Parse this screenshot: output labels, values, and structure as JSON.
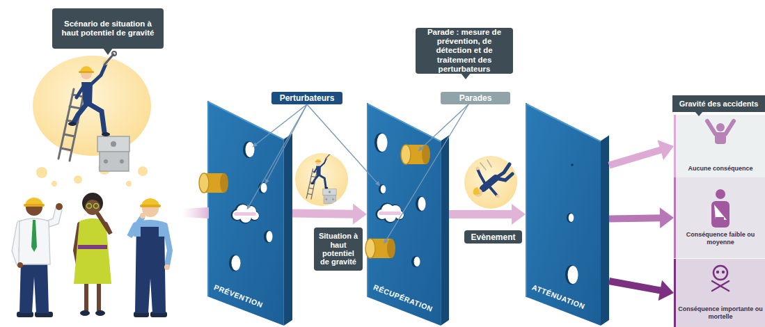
{
  "diagram": {
    "nodes": [
      {
        "text": [
          "Scénario de situation à haut potentiel de gravité"
        ]
      },
      {
        "text": [
          "PRÉVENTION"
        ]
      },
      {
        "text": [
          "Perturbateurs"
        ]
      },
      {
        "text": [
          "Situation à haut potentiel de gravité"
        ]
      },
      {
        "text": [
          "Parade : mesure de prévention, de détection et de traitement des perturbateurs"
        ]
      },
      {
        "text": [
          "Parades"
        ]
      },
      {
        "text": [
          "RÉCUPÉRATION"
        ]
      },
      {
        "text": [
          "Evènement"
        ]
      },
      {
        "text": [
          "ATTÉNUATION"
        ]
      },
      {
        "text": [
          "Gravité des accidents"
        ]
      },
      {
        "text": [
          "Aucune conséquence"
        ],
        "in": 9
      },
      {
        "text": [
          "Conséquence faible ou moyenne"
        ],
        "in": 9
      },
      {
        "text": [
          "Conséquence importante ou mortelle"
        ],
        "in": 9
      }
    ],
    "edges": [
      {
        "from": 2,
        "to": 1,
        "arrow": "to"
      },
      {
        "from": 2,
        "to": 1,
        "arrow": "to"
      },
      {
        "from": 2,
        "to": 1,
        "arrow": "to"
      },
      {
        "from": 2,
        "to": 6,
        "arrow": "to"
      },
      {
        "from": 5,
        "to": 6,
        "arrow": "to"
      },
      {
        "from": 5,
        "to": 6,
        "arrow": "to"
      },
      {
        "from": 1,
        "to": 6,
        "arrow": "to"
      },
      {
        "from": 6,
        "to": 8,
        "arrow": "to"
      },
      {
        "from": 8,
        "to": 10,
        "arrow": "to"
      },
      {
        "from": 8,
        "to": 11,
        "arrow": "to"
      },
      {
        "from": 8,
        "to": 12,
        "arrow": "to"
      }
    ]
  }
}
